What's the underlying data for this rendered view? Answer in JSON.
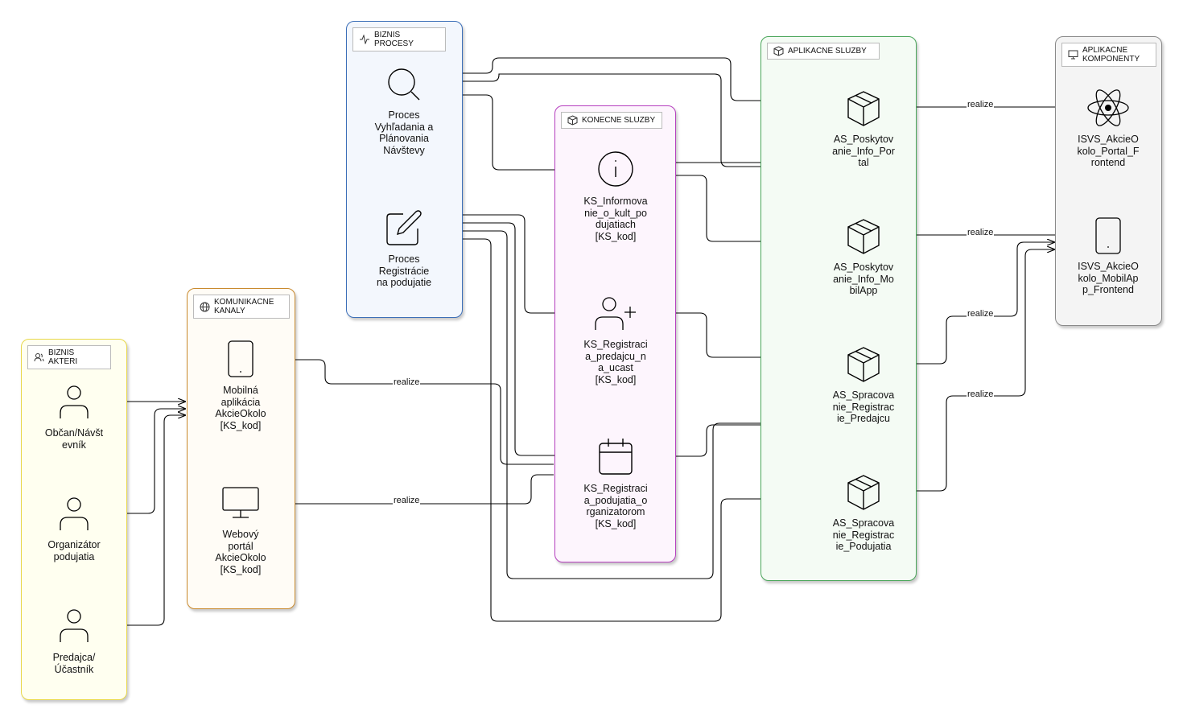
{
  "groups": {
    "biznis_akteri": "BIZNIS AKTERI",
    "komunikacne_kanaly": "KOMUNIKACNE KANALY",
    "biznis_procesy": "BIZNIS PROCESY",
    "konecne_sluzby": "KONECNE SLUZBY",
    "aplikacne_sluzby": "APLIKACNE SLUZBY",
    "aplikacne_komponenty": "APLIKACNE KOMPONENTY"
  },
  "actors": {
    "obcan": "Občan/Návšt\nevník",
    "organizator": "Organizátor\npodujatia",
    "predajca": "Predajca/\nÚčastník"
  },
  "channels": {
    "mobilna": "Mobilná\naplikácia\nAkcieOkolo\n[KS_kod]",
    "webovy": "Webový\nportál\nAkcieOkolo\n[KS_kod]"
  },
  "processes": {
    "vyhladania": "Proces\nVyhľadania a\nPlánovania\nNávštevy",
    "registracie": "Proces\nRegistrácie\nna podujatie"
  },
  "final_services": {
    "informovanie": "KS_Informova\nnie_o_kult_po\ndujatiach\n[KS_kod]",
    "registracia_predajcu": "KS_Registraci\na_predajcu_n\na_ucast\n[KS_kod]",
    "registracia_podujatia": "KS_Registraci\na_podujatia_o\nrganizatorom\n[KS_kod]"
  },
  "app_services": {
    "info_portal": "AS_Poskytov\nanie_Info_Por\ntal",
    "info_mobil": "AS_Poskytov\nanie_Info_Mo\nbilApp",
    "spracovanie_predajcu": "AS_Spracova\nnie_Registrac\nie_Predajcu",
    "spracovanie_podujatia": "AS_Spracova\nnie_Registrac\nie_Podujatia"
  },
  "app_components": {
    "portal_frontend": "ISVS_AkcieO\nkolo_Portal_F\nrontend",
    "mobil_frontend": "ISVS_AkcieO\nkolo_MobilAp\np_Frontend"
  },
  "edge_labels": {
    "realize": "realize"
  },
  "colors": {
    "biznis_akteri": "#e8d84a",
    "komunikacne_kanaly": "#c98a2e",
    "biznis_procesy": "#3c6fb8",
    "konecne_sluzby": "#b63fbf",
    "aplikacne_sluzby": "#4aa65a",
    "aplikacne_komponenty": "#8a8a8a"
  },
  "icons": {
    "biznis_akteri": "users-icon",
    "komunikacne_kanaly": "globe-icon",
    "biznis_procesy": "activity-icon",
    "konecne_sluzby": "box-icon",
    "aplikacne_sluzby": "box-icon",
    "aplikacne_komponenty": "monitor-icon"
  }
}
